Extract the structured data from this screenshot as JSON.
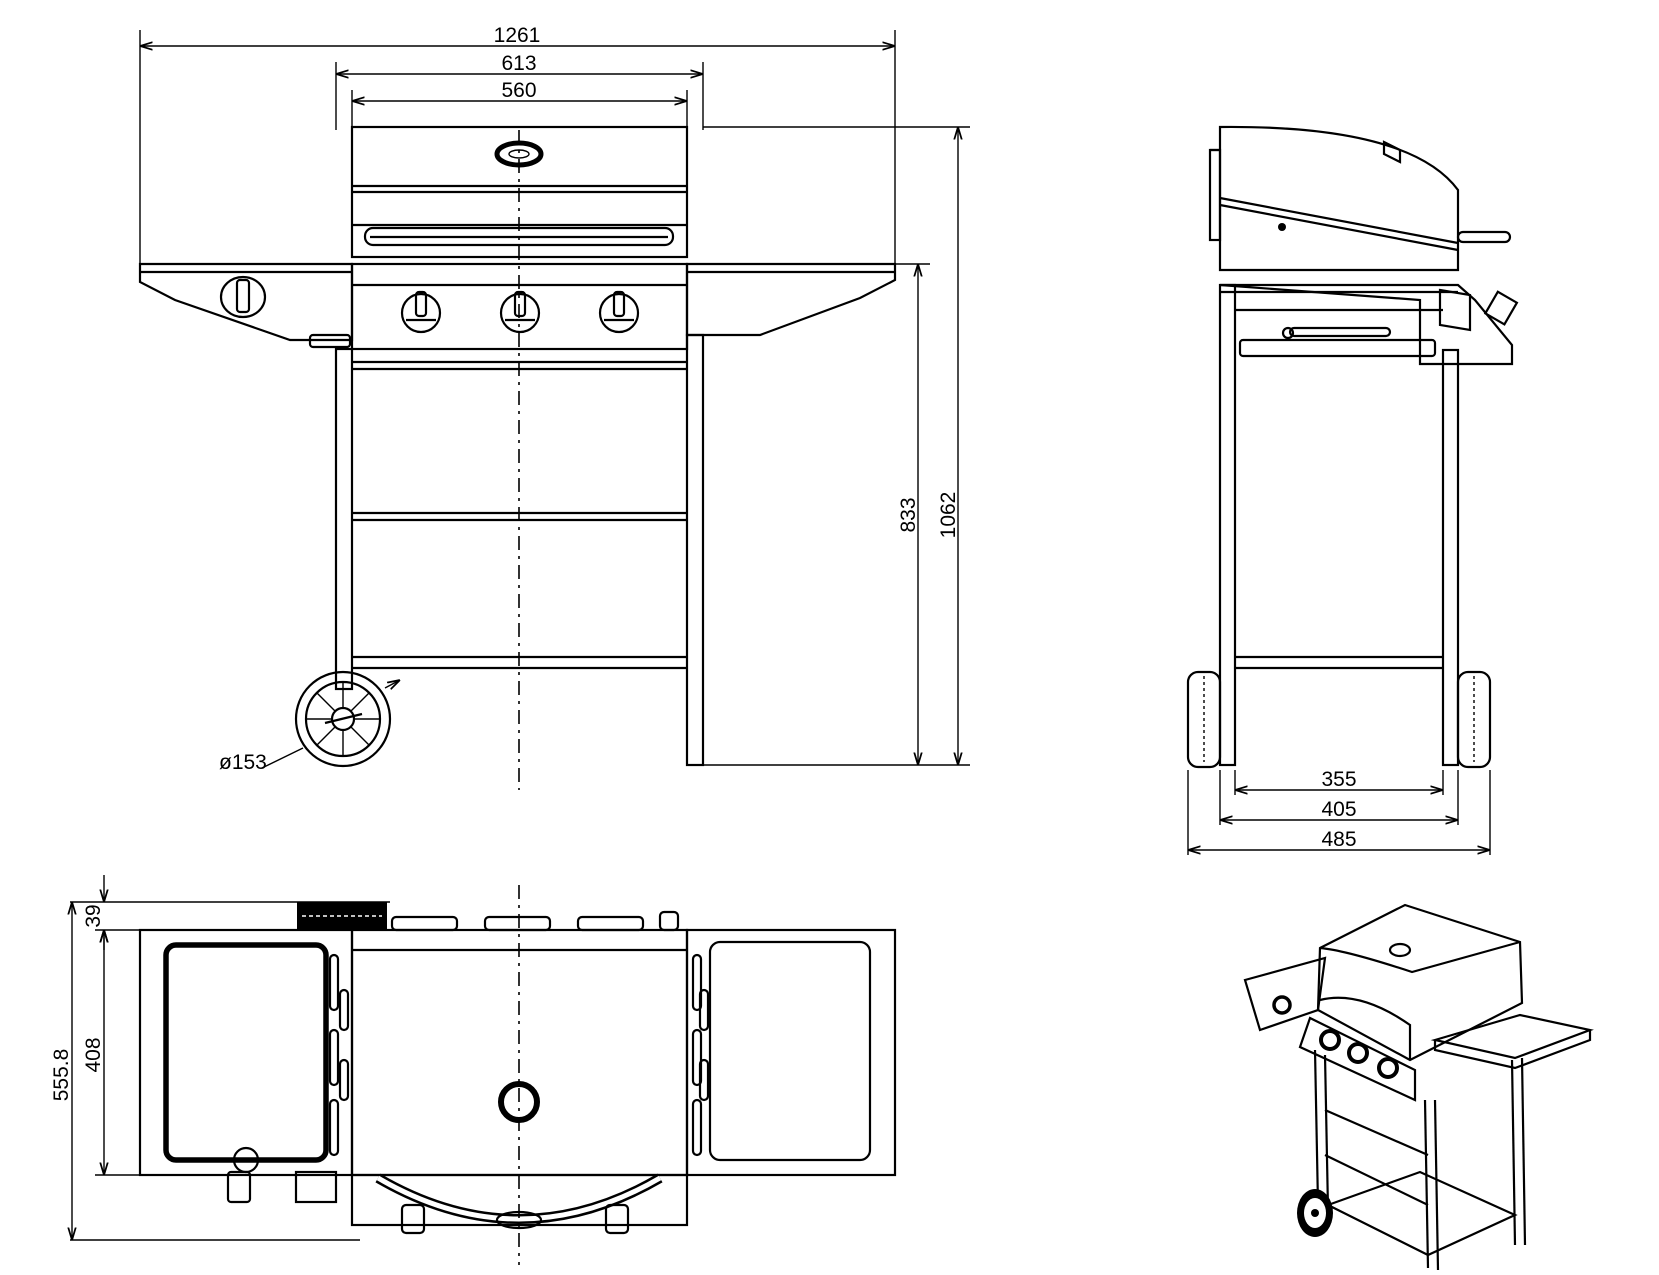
{
  "dimensions": {
    "front": {
      "overall_width": "1261",
      "grill_width": "613",
      "firebox_width": "560",
      "work_height": "833",
      "overall_height": "1062",
      "wheel_diameter": "ø153"
    },
    "side": {
      "inner_width": "355",
      "leg_width": "405",
      "overall_depth": "485"
    },
    "top": {
      "offset": "39",
      "shelf_depth": "408",
      "overall_depth": "555.8"
    }
  }
}
